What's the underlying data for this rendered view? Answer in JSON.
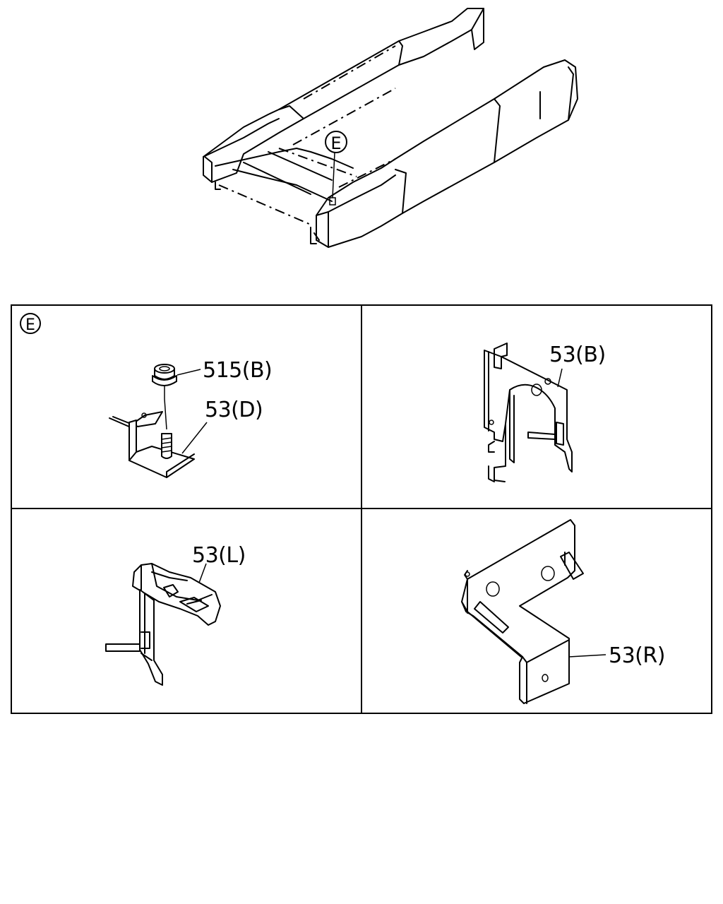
{
  "overview": {
    "callout_label": "E"
  },
  "panels": {
    "e": {
      "section_label": "E",
      "part_labels": [
        "515(B)",
        "53(D)"
      ]
    },
    "b": {
      "part_label": "53(B)"
    },
    "l": {
      "part_label": "53(L)"
    },
    "r": {
      "part_label": "53(R)"
    }
  }
}
